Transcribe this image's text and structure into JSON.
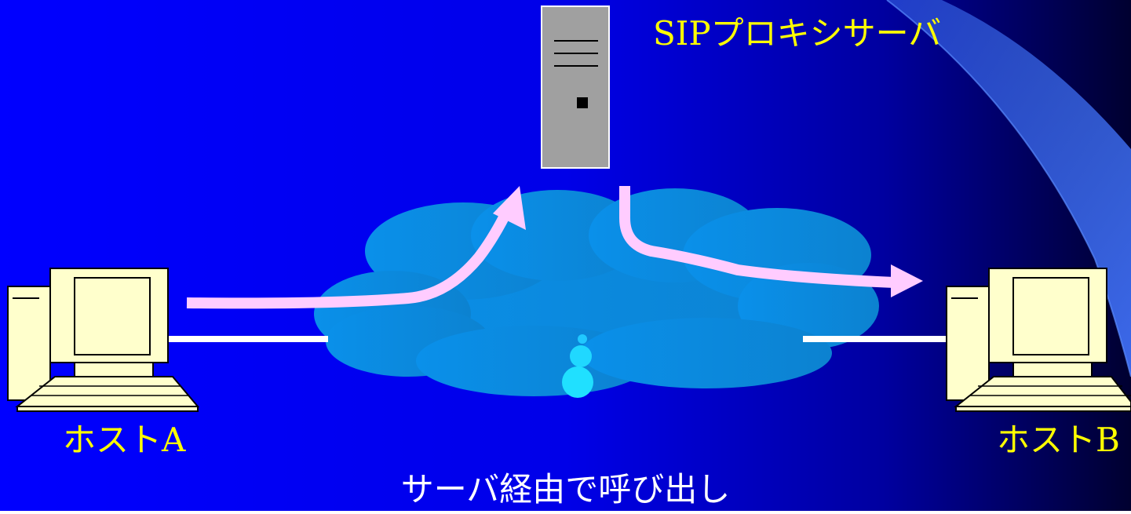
{
  "labels": {
    "server": "SIPプロキシサーバ",
    "host_a": "ホストA",
    "host_b": "ホストB"
  },
  "caption": "サーバ経由で呼び出し",
  "colors": {
    "background_left": "#0000ff",
    "background_right": "#000033",
    "label_text": "#ffff00",
    "caption_text": "#ffffff",
    "cloud": "#0a8ee4",
    "arrow": "#ffccff",
    "server_body": "#a0a0a0",
    "computer_body": "#ffffcc"
  },
  "icons": [
    "server-icon",
    "computer-icon",
    "cloud-icon",
    "arrow"
  ]
}
